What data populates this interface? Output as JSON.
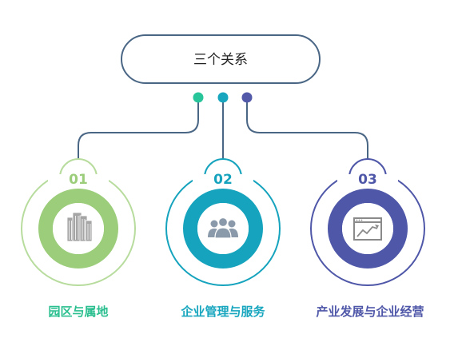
{
  "title": "三个关系",
  "colors": {
    "title_border": "#4a6685",
    "dot1": "#28c49a",
    "dot2": "#17a6be",
    "dot3": "#5159a8",
    "connector": "#4a6685"
  },
  "items": [
    {
      "number": "01",
      "label": "园区与属地",
      "icon": "office-building-icon",
      "ring_color": "#9ccd7a",
      "outline_color": "#b7dc9d",
      "label_color": "#2bbf8f"
    },
    {
      "number": "02",
      "label": "企业管理与服务",
      "icon": "people-group-icon",
      "ring_color": "#16a3bd",
      "outline_color": "#16a3bd",
      "label_color": "#17a6be"
    },
    {
      "number": "03",
      "label": "产业发展与企业经营",
      "icon": "line-chart-window-icon",
      "ring_color": "#4f57a8",
      "outline_color": "#4f57a8",
      "label_color": "#4f57a8"
    }
  ]
}
